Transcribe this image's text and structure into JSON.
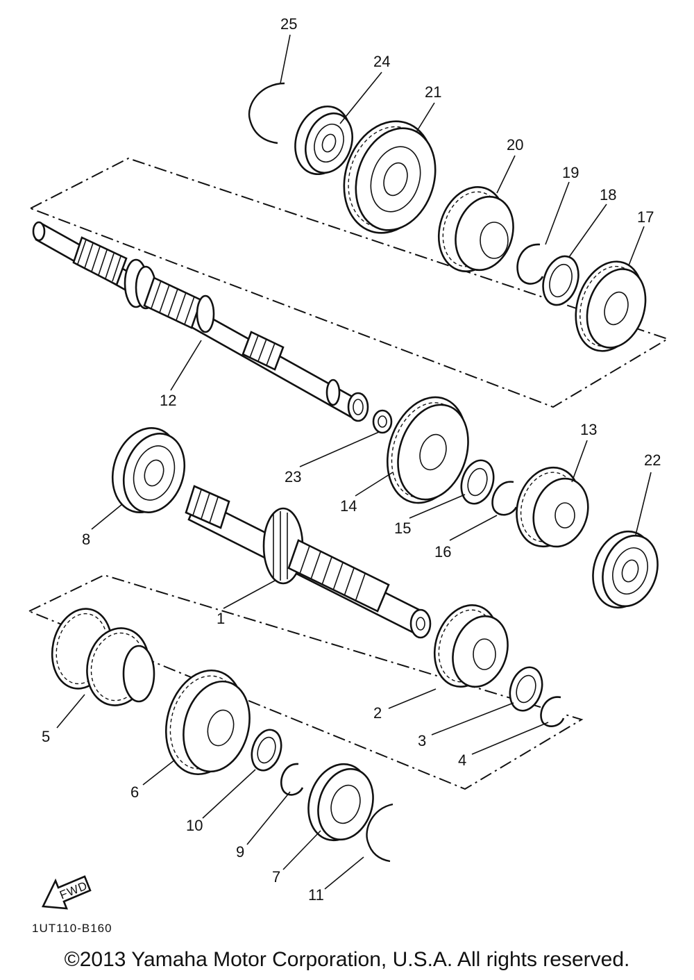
{
  "diagram": {
    "part_numbers": [
      "1",
      "2",
      "3",
      "4",
      "5",
      "6",
      "7",
      "8",
      "9",
      "10",
      "11",
      "12",
      "13",
      "14",
      "15",
      "16",
      "17",
      "18",
      "19",
      "20",
      "21",
      "22",
      "23",
      "24",
      "25"
    ],
    "fwd_label": "FWD",
    "drawing_code": "1UT110-B160",
    "copyright": "©2013 Yamaha Motor Corporation, U.S.A. All rights reserved."
  }
}
